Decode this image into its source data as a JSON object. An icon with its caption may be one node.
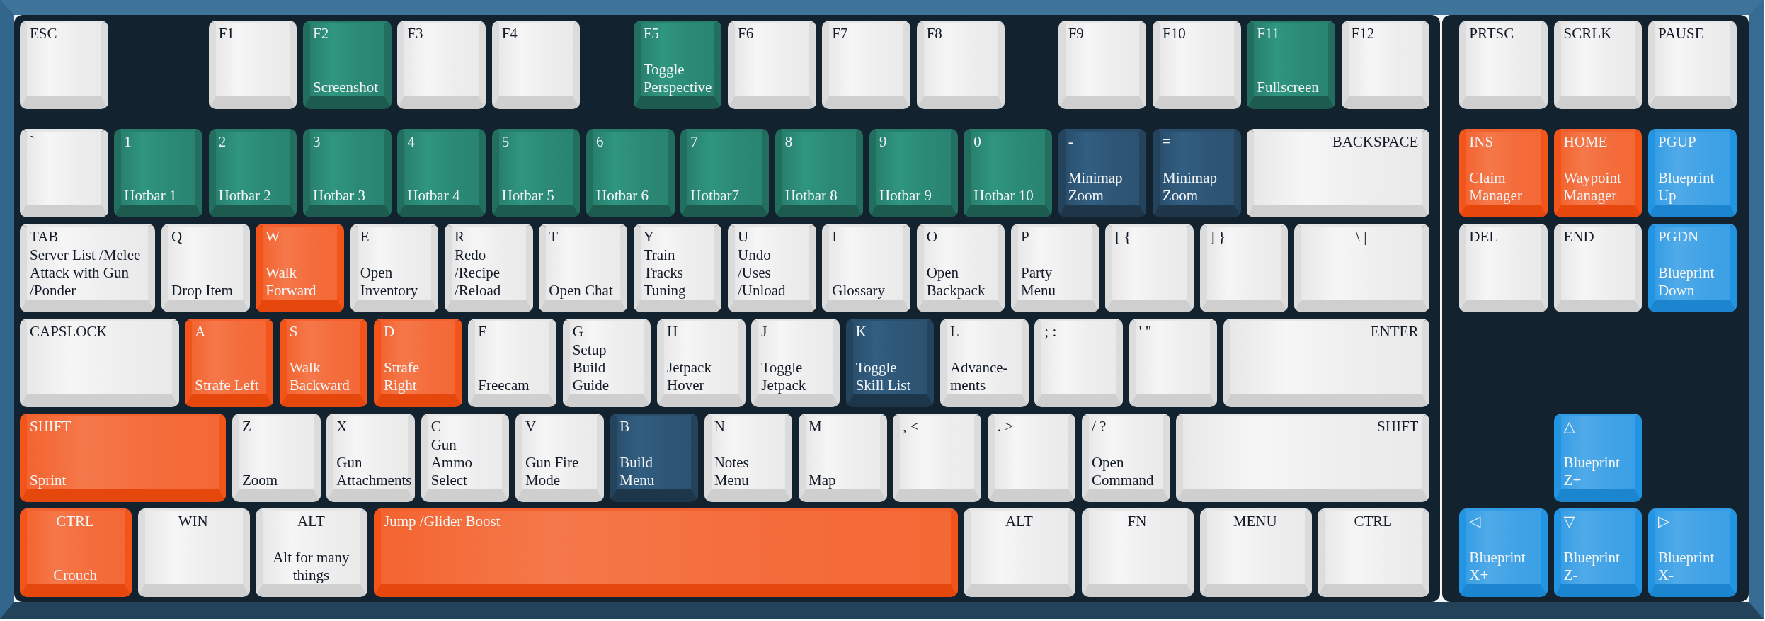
{
  "diagram": {
    "nodes": [
      {
        "text": [
          "ESC"
        ]
      },
      {
        "text": [
          "F1"
        ]
      },
      {
        "text": [
          "F2",
          "Screenshot"
        ]
      },
      {
        "text": [
          "F3"
        ]
      },
      {
        "text": [
          "F4"
        ]
      },
      {
        "text": [
          "F5",
          "Toggle Perspective"
        ]
      },
      {
        "text": [
          "F6"
        ]
      },
      {
        "text": [
          "F7"
        ]
      },
      {
        "text": [
          "F8"
        ]
      },
      {
        "text": [
          "F9"
        ]
      },
      {
        "text": [
          "F10"
        ]
      },
      {
        "text": [
          "F11",
          "Fullscreen"
        ]
      },
      {
        "text": [
          "F12"
        ]
      },
      {
        "text": [
          "PRTSC"
        ]
      },
      {
        "text": [
          "SCRLK"
        ]
      },
      {
        "text": [
          "PAUSE"
        ]
      },
      {
        "text": [
          "`"
        ]
      },
      {
        "text": [
          "1",
          "Hotbar 1"
        ]
      },
      {
        "text": [
          "2",
          "Hotbar 2"
        ]
      },
      {
        "text": [
          "3",
          "Hotbar 3"
        ]
      },
      {
        "text": [
          "4",
          "Hotbar 4"
        ]
      },
      {
        "text": [
          "5",
          "Hotbar 5"
        ]
      },
      {
        "text": [
          "6",
          "Hotbar 6"
        ]
      },
      {
        "text": [
          "7",
          "Hotbar7"
        ]
      },
      {
        "text": [
          "8",
          "Hotbar 8"
        ]
      },
      {
        "text": [
          "9",
          "Hotbar 9"
        ]
      },
      {
        "text": [
          "0",
          "Hotbar 10"
        ]
      },
      {
        "text": [
          "-",
          "Minimap Zoom"
        ]
      },
      {
        "text": [
          "=",
          "Minimap Zoom"
        ]
      },
      {
        "text": [
          "BACKSPACE"
        ]
      },
      {
        "text": [
          "INS",
          "Claim Manager"
        ]
      },
      {
        "text": [
          "HOME",
          "Waypoint Manager"
        ]
      },
      {
        "text": [
          "PGUP",
          "Blueprint Up"
        ]
      },
      {
        "text": [
          "TAB",
          "Server List /Melee Attack with Gun /Ponder"
        ]
      },
      {
        "text": [
          "Q",
          "Drop Item"
        ]
      },
      {
        "text": [
          "W",
          "Walk Forward"
        ]
      },
      {
        "text": [
          "E",
          "Open Inventory"
        ]
      },
      {
        "text": [
          "R",
          "Redo /Recipe /Reload"
        ]
      },
      {
        "text": [
          "T",
          "Open Chat"
        ]
      },
      {
        "text": [
          "Y",
          "Train Tracks Tuning"
        ]
      },
      {
        "text": [
          "U",
          "Undo /Uses /Unload"
        ]
      },
      {
        "text": [
          "I",
          "Glossary"
        ]
      },
      {
        "text": [
          "O",
          "Open Backpack"
        ]
      },
      {
        "text": [
          "P",
          "Party Menu"
        ]
      },
      {
        "text": [
          "[ {"
        ]
      },
      {
        "text": [
          "] }"
        ]
      },
      {
        "text": [
          "\\ |"
        ]
      },
      {
        "text": [
          "DEL"
        ]
      },
      {
        "text": [
          "END"
        ]
      },
      {
        "text": [
          "PGDN",
          "Blueprint Down"
        ]
      },
      {
        "text": [
          "CAPSLOCK"
        ]
      },
      {
        "text": [
          "A",
          "Strafe Left"
        ]
      },
      {
        "text": [
          "S",
          "Walk Backward"
        ]
      },
      {
        "text": [
          "D",
          "Strafe Right"
        ]
      },
      {
        "text": [
          "F",
          "Freecam"
        ]
      },
      {
        "text": [
          "G",
          "Setup Build Guide"
        ]
      },
      {
        "text": [
          "H",
          "Jetpack Hover"
        ]
      },
      {
        "text": [
          "J",
          "Toggle Jetpack"
        ]
      },
      {
        "text": [
          "K",
          "Toggle Skill List"
        ]
      },
      {
        "text": [
          "L",
          "Advance- ments"
        ]
      },
      {
        "text": [
          "; :"
        ]
      },
      {
        "text": [
          "' \""
        ]
      },
      {
        "text": [
          "ENTER"
        ]
      },
      {
        "text": [
          "SHIFT",
          "Sprint"
        ]
      },
      {
        "text": [
          "Z",
          "Zoom"
        ]
      },
      {
        "text": [
          "X",
          "Gun Attachments"
        ]
      },
      {
        "text": [
          "C",
          "Gun Ammo Select"
        ]
      },
      {
        "text": [
          "V",
          "Gun Fire Mode"
        ]
      },
      {
        "text": [
          "B",
          "Build Menu"
        ]
      },
      {
        "text": [
          "N",
          "Notes Menu"
        ]
      },
      {
        "text": [
          "M",
          "Map"
        ]
      },
      {
        "text": [
          ", <"
        ]
      },
      {
        "text": [
          ". >"
        ]
      },
      {
        "text": [
          "/ ?",
          "Open Command"
        ]
      },
      {
        "text": [
          "SHIFT"
        ]
      },
      {
        "text": [
          "△",
          "Blueprint Z+"
        ]
      },
      {
        "text": [
          "CTRL",
          "Crouch"
        ]
      },
      {
        "text": [
          "WIN"
        ]
      },
      {
        "text": [
          "ALT",
          "Alt for many things"
        ]
      },
      {
        "text": [
          "Jump /Glider Boost"
        ]
      },
      {
        "text": [
          "ALT"
        ]
      },
      {
        "text": [
          "FN"
        ]
      },
      {
        "text": [
          "MENU"
        ]
      },
      {
        "text": [
          "CTRL"
        ]
      },
      {
        "text": [
          "◁",
          "Blueprint X+"
        ]
      },
      {
        "text": [
          "▽",
          "Blueprint Z-"
        ]
      },
      {
        "text": [
          "▷",
          "Blueprint X-"
        ]
      }
    ]
  }
}
